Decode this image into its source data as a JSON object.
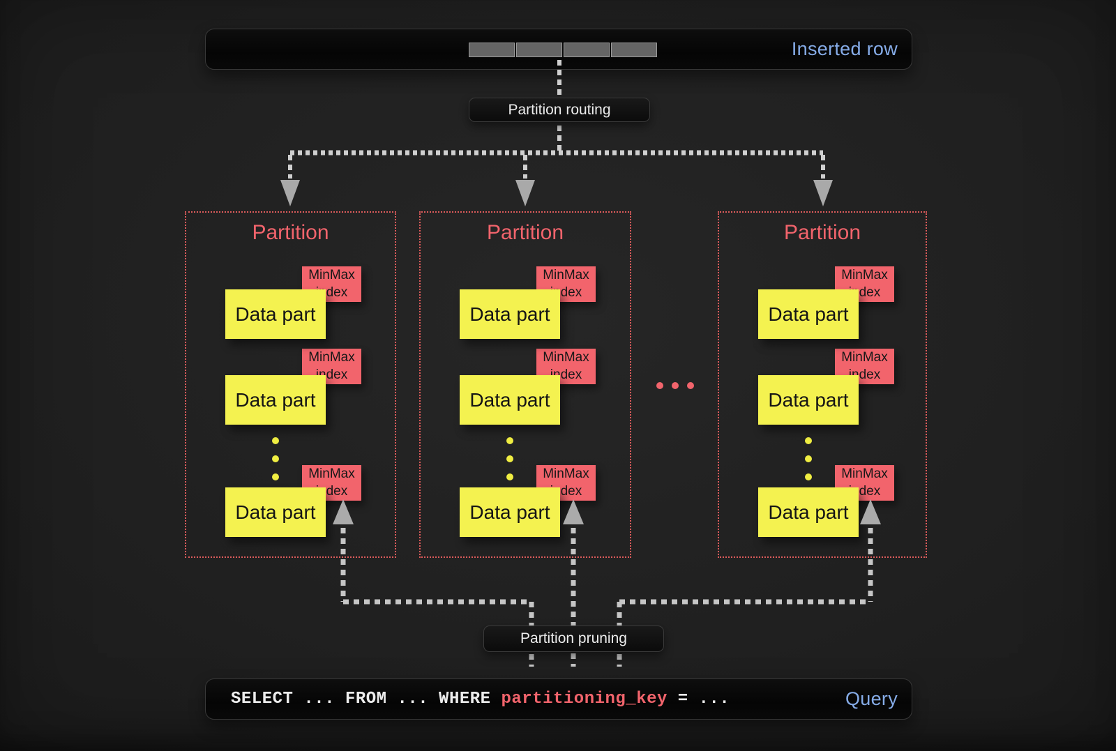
{
  "inserted_row_bar": {
    "label": "Inserted row",
    "segment_count": 4
  },
  "flow_labels": {
    "routing": "Partition routing",
    "pruning": "Partition pruning"
  },
  "partitions": [
    {
      "title": "Partition",
      "data_parts": [
        {
          "label": "Data part",
          "index_label": "MinMax index"
        },
        {
          "label": "Data part",
          "index_label": "MinMax index"
        },
        {
          "label": "Data part",
          "index_label": "MinMax index"
        }
      ]
    },
    {
      "title": "Partition",
      "data_parts": [
        {
          "label": "Data part",
          "index_label": "MinMax index"
        },
        {
          "label": "Data part",
          "index_label": "MinMax index"
        },
        {
          "label": "Data part",
          "index_label": "MinMax index"
        }
      ]
    },
    {
      "title": "Partition",
      "data_parts": [
        {
          "label": "Data part",
          "index_label": "MinMax index"
        },
        {
          "label": "Data part",
          "index_label": "MinMax index"
        },
        {
          "label": "Data part",
          "index_label": "MinMax index"
        }
      ]
    }
  ],
  "ellipsis": {
    "between_partitions_dot_count": 3,
    "within_partition_dot_count": 3
  },
  "query_bar": {
    "sql_prefix": "SELECT ... FROM ... WHERE ",
    "sql_key": "partitioning_key",
    "sql_suffix": " = ...",
    "label": "Query"
  },
  "colors": {
    "accent_blue": "#86ace8",
    "coral": "#f2646c",
    "yellow": "#f4f250",
    "dash_gray": "#cccccc",
    "partition_border": "#dd5b5b",
    "background": "#202020",
    "bar_background": "#080808"
  }
}
